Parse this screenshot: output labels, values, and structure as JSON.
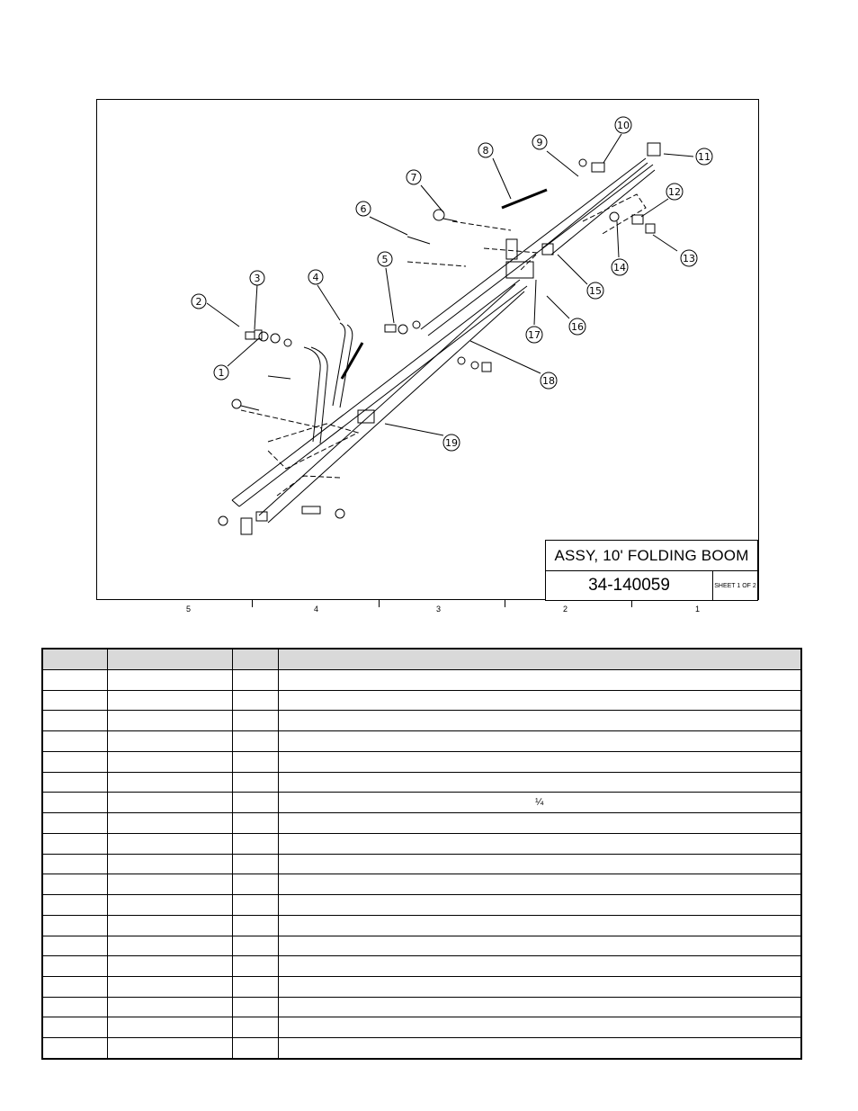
{
  "title_block": {
    "title": "ASSY, 10' FOLDING BOOM",
    "part_number": "34-140059",
    "sheet": "SHEET 1 OF 2"
  },
  "zone_labels": [
    "5",
    "4",
    "3",
    "2",
    "1"
  ],
  "balloons": [
    "1",
    "2",
    "3",
    "4",
    "5",
    "6",
    "7",
    "8",
    "9",
    "10",
    "11",
    "12",
    "13",
    "14",
    "15",
    "16",
    "17",
    "18",
    "19"
  ],
  "parts_table": {
    "headers": [
      "",
      "",
      "",
      ""
    ],
    "rows": [
      [
        "",
        "",
        "",
        ""
      ],
      [
        "",
        "",
        "",
        ""
      ],
      [
        "",
        "",
        "",
        ""
      ],
      [
        "",
        "",
        "",
        ""
      ],
      [
        "",
        "",
        "",
        ""
      ],
      [
        "",
        "",
        "",
        ""
      ],
      [
        "",
        "",
        "",
        "¼"
      ],
      [
        "",
        "",
        "",
        ""
      ],
      [
        "",
        "",
        "",
        ""
      ],
      [
        "",
        "",
        "",
        ""
      ],
      [
        "",
        "",
        "",
        ""
      ],
      [
        "",
        "",
        "",
        ""
      ],
      [
        "",
        "",
        "",
        ""
      ],
      [
        "",
        "",
        "",
        ""
      ],
      [
        "",
        "",
        "",
        ""
      ],
      [
        "",
        "",
        "",
        ""
      ],
      [
        "",
        "",
        "",
        ""
      ],
      [
        "",
        "",
        "",
        ""
      ],
      [
        "",
        "",
        "",
        ""
      ]
    ]
  }
}
